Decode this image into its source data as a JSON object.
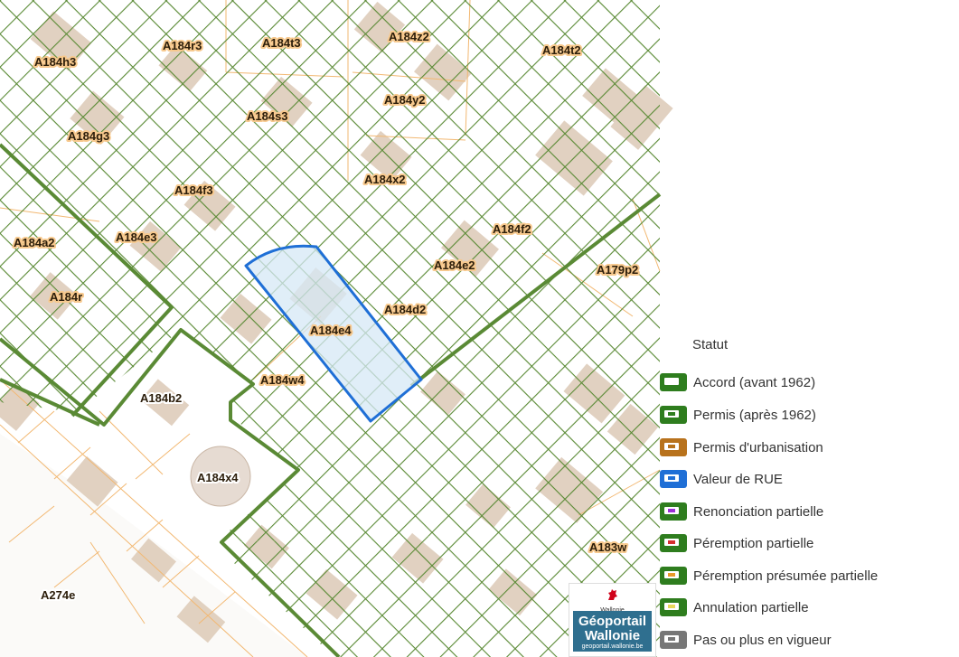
{
  "map": {
    "parcel_labels": [
      {
        "id": "A184h3"
      },
      {
        "id": "A184r3"
      },
      {
        "id": "A184t3"
      },
      {
        "id": "A184z2"
      },
      {
        "id": "A184t2"
      },
      {
        "id": "A184y2"
      },
      {
        "id": "A184s3"
      },
      {
        "id": "A184g3"
      },
      {
        "id": "A184x2"
      },
      {
        "id": "A184f3"
      },
      {
        "id": "A184a2"
      },
      {
        "id": "A184e3"
      },
      {
        "id": "A184f2"
      },
      {
        "id": "A184e2"
      },
      {
        "id": "A179p2"
      },
      {
        "id": "A184r"
      },
      {
        "id": "A184d2"
      },
      {
        "id": "A184e4"
      },
      {
        "id": "A184w4"
      },
      {
        "id": "A184b2"
      },
      {
        "id": "A184x4"
      },
      {
        "id": "A183w"
      },
      {
        "id": "A274e"
      }
    ],
    "colors": {
      "permit_hatch": "#5a8a35",
      "permit_border": "#5a8a35",
      "parcel_line": "#f2b872",
      "building": "#dcc9b6",
      "selection_fill": "#d6e8f5",
      "selection_border": "#1f6fd6"
    }
  },
  "legend": {
    "title": "Statut",
    "items": [
      {
        "label": "Accord (avant 1962)",
        "icon": "solid-green-swatch-icon",
        "outer": "#2e7d1e",
        "inner": "#ffffff"
      },
      {
        "label": "Permis (après 1962)",
        "icon": "green-hatch-swatch-icon",
        "outer": "#2e7d1e",
        "inner": "#2e7d1e"
      },
      {
        "label": "Permis d'urbanisation",
        "icon": "brown-hatch-swatch-icon",
        "outer": "#b8721c",
        "inner": "#b8721c"
      },
      {
        "label": "Valeur de RUE",
        "icon": "blue-hatch-swatch-icon",
        "outer": "#1f6fd6",
        "inner": "#1f6fd6"
      },
      {
        "label": "Renonciation partielle",
        "icon": "purple-triangle-swatch-icon",
        "outer": "#2e7d1e",
        "inner": "#9b2fd6"
      },
      {
        "label": "Péremption partielle",
        "icon": "red-triangle-swatch-icon",
        "outer": "#2e7d1e",
        "inner": "#d62f2f"
      },
      {
        "label": "Péremption présumée partielle",
        "icon": "orange-triangle-swatch-icon",
        "outer": "#2e7d1e",
        "inner": "#e89a2a"
      },
      {
        "label": "Annulation partielle",
        "icon": "yellow-swatch-icon",
        "outer": "#2e7d1e",
        "inner": "#e8d85a"
      },
      {
        "label": "Pas ou plus en vigueur",
        "icon": "grey-hatch-swatch-icon",
        "outer": "#777777",
        "inner": "#777777"
      }
    ]
  },
  "logo": {
    "small": "Wallonie",
    "line1": "Géoportail",
    "line2": "Wallonie",
    "url": "geoportail.wallonie.be"
  }
}
